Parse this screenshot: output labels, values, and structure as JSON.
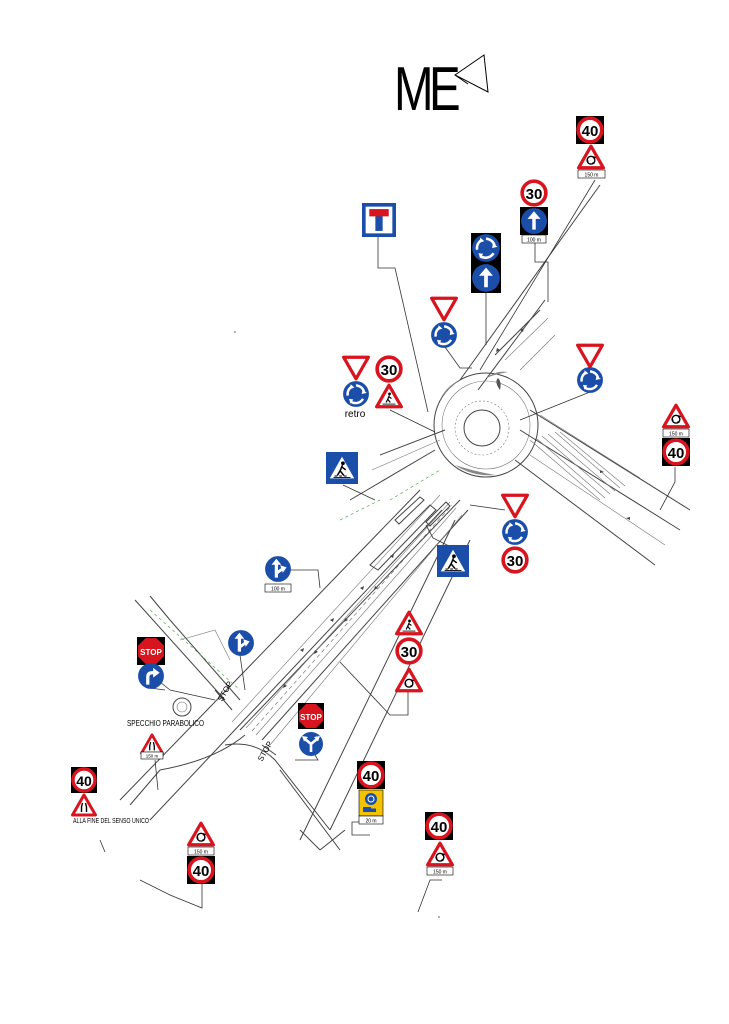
{
  "north_arrow": {
    "text": "ME"
  },
  "colors": {
    "red": "#d8141e",
    "blue": "#1a4ea8",
    "black": "#000000",
    "yellow": "#f3c300",
    "white": "#ffffff"
  },
  "labels": {
    "retro": "retro",
    "specchio": "SPECCHIO PARABOLICO",
    "alla_fine": "ALLA FINE DEL SENSO UNICO",
    "stop_text": "STOP",
    "speed_40": "40",
    "speed_30": "30",
    "dist_150": "150 m",
    "dist_100": "100 m",
    "dist_20": "20 m",
    "road_stop": "STOP"
  },
  "sign_groups": [
    {
      "id": "ne-top",
      "signs": [
        "speed-limit-40",
        "warning-roundabout",
        "distance-150m"
      ]
    },
    {
      "id": "north-30-ahead",
      "signs": [
        "speed-limit-30",
        "mandatory-straight",
        "distance-100m"
      ]
    },
    {
      "id": "dead-end",
      "signs": [
        "no-through-road"
      ]
    },
    {
      "id": "north-roundabout",
      "signs": [
        "mandatory-roundabout",
        "mandatory-straight"
      ]
    },
    {
      "id": "yield-roundabout-n",
      "signs": [
        "give-way",
        "mandatory-roundabout"
      ]
    },
    {
      "id": "yield-roundabout-e",
      "signs": [
        "give-way",
        "mandatory-roundabout"
      ]
    },
    {
      "id": "west-approach",
      "signs": [
        "give-way",
        "mandatory-roundabout",
        "speed-limit-30",
        "warning-pedestrian-crossing"
      ]
    },
    {
      "id": "east-warning",
      "signs": [
        "warning-roundabout",
        "distance-150m",
        "speed-limit-40"
      ]
    },
    {
      "id": "crossing-w",
      "signs": [
        "pedestrian-crossing"
      ]
    },
    {
      "id": "crossing-e",
      "signs": [
        "pedestrian-crossing"
      ]
    },
    {
      "id": "south-roundabout",
      "signs": [
        "give-way",
        "mandatory-roundabout",
        "speed-limit-30"
      ]
    },
    {
      "id": "left-pass",
      "signs": [
        "pass-right-or-straight",
        "distance-100m"
      ]
    },
    {
      "id": "stop-west",
      "signs": [
        "stop",
        "mandatory-turn-right"
      ]
    },
    {
      "id": "pass-right",
      "signs": [
        "pass-right-or-straight"
      ]
    },
    {
      "id": "mid-warning",
      "signs": [
        "warning-pedestrian-crossing",
        "speed-limit-30",
        "warning-roundabout"
      ]
    },
    {
      "id": "stop-east",
      "signs": [
        "stop",
        "keep-left-or-right"
      ]
    },
    {
      "id": "mirror",
      "signs": [
        "parabolic-mirror"
      ]
    },
    {
      "id": "narrowing",
      "signs": [
        "warning-road-narrows",
        "distance-150m"
      ]
    },
    {
      "id": "end-one-way",
      "signs": [
        "speed-limit-40",
        "warning-road-narrows"
      ]
    },
    {
      "id": "bottom-roundabout",
      "signs": [
        "warning-roundabout",
        "distance-150m",
        "speed-limit-40"
      ]
    },
    {
      "id": "bottom-info",
      "signs": [
        "speed-limit-40",
        "roundabout-info-panel",
        "distance-20m"
      ]
    },
    {
      "id": "bottom-right",
      "signs": [
        "speed-limit-40",
        "warning-roundabout",
        "distance-150m"
      ]
    }
  ]
}
